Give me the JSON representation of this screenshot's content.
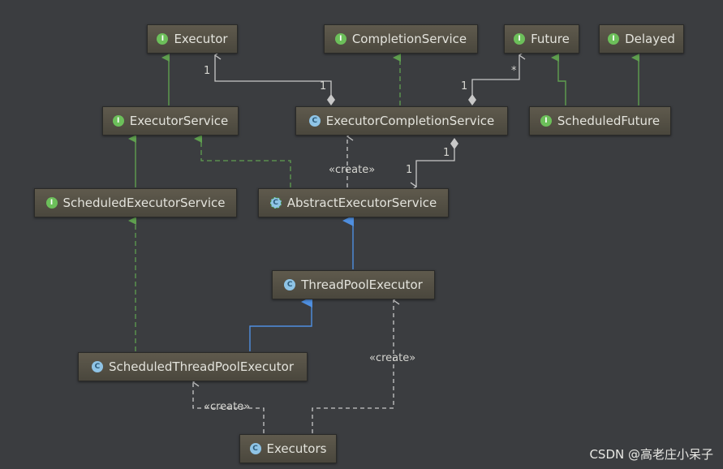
{
  "nodes": {
    "executor": {
      "label": "Executor",
      "kind": "interface"
    },
    "completion_service": {
      "label": "CompletionService",
      "kind": "interface"
    },
    "future": {
      "label": "Future",
      "kind": "interface"
    },
    "delayed": {
      "label": "Delayed",
      "kind": "interface"
    },
    "executor_service": {
      "label": "ExecutorService",
      "kind": "interface"
    },
    "executor_completion_service": {
      "label": "ExecutorCompletionService",
      "kind": "class"
    },
    "scheduled_future": {
      "label": "ScheduledFuture",
      "kind": "interface"
    },
    "scheduled_executor_service": {
      "label": "ScheduledExecutorService",
      "kind": "interface"
    },
    "abstract_executor_service": {
      "label": "AbstractExecutorService",
      "kind": "abstract"
    },
    "thread_pool_executor": {
      "label": "ThreadPoolExecutor",
      "kind": "class"
    },
    "scheduled_thread_pool_executor": {
      "label": "ScheduledThreadPoolExecutor",
      "kind": "class"
    },
    "executors": {
      "label": "Executors",
      "kind": "class"
    }
  },
  "badges": {
    "interface": "I",
    "class": "C",
    "abstract": "C"
  },
  "colors": {
    "inherit": "#5f9f4f",
    "implement": "#5f9f4f",
    "extends": "#4f8fe0",
    "association": "#c8c8c8",
    "background": "#3b3d40"
  },
  "labels": {
    "mult_exec_1a": "1",
    "mult_exec_1b": "1",
    "mult_future_1": "1",
    "mult_future_star": "*",
    "mult_aes_1a": "1",
    "mult_aes_1b": "1",
    "create_1": "«create»",
    "create_2": "«create»",
    "create_3": "«create»"
  },
  "watermark": "CSDN @高老庄小呆子"
}
